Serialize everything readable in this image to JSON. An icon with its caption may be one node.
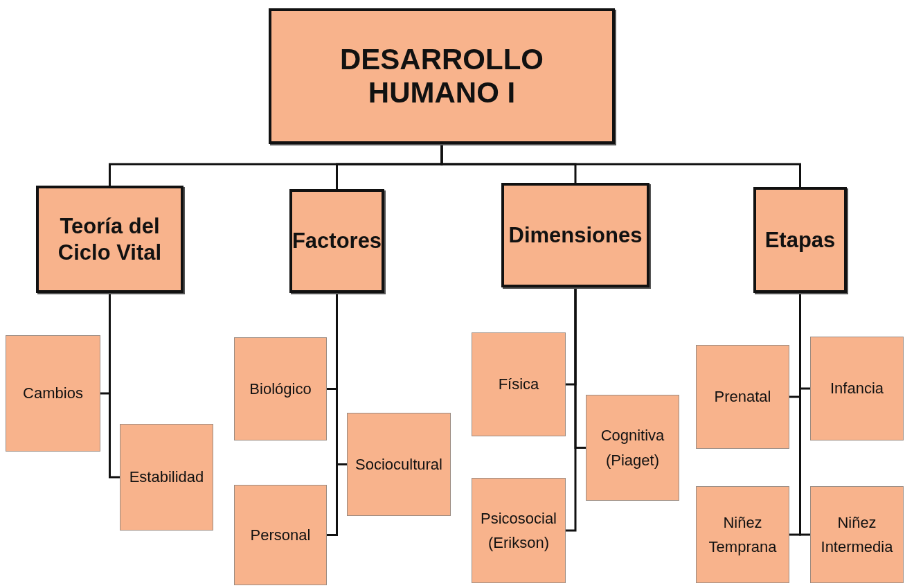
{
  "diagram": {
    "nodes": [
      {
        "text": [
          "DESARROLLO HUMANO I"
        ]
      },
      {
        "text": [
          "Teoría del Ciclo Vital"
        ]
      },
      {
        "text": [
          "Factores"
        ]
      },
      {
        "text": [
          "Dimensiones"
        ]
      },
      {
        "text": [
          "Etapas"
        ]
      },
      {
        "text": [
          "Cambios"
        ]
      },
      {
        "text": [
          "Estabilidad"
        ]
      },
      {
        "text": [
          "Biológico"
        ]
      },
      {
        "text": [
          "Sociocultural"
        ]
      },
      {
        "text": [
          "Personal"
        ]
      },
      {
        "text": [
          "Física"
        ]
      },
      {
        "text": [
          "Cognitiva (Piaget)"
        ]
      },
      {
        "text": [
          "Psicosocial (Erikson)"
        ]
      },
      {
        "text": [
          "Prenatal"
        ]
      },
      {
        "text": [
          "Infancia"
        ]
      },
      {
        "text": [
          "Niñez Temprana"
        ]
      },
      {
        "text": [
          "Niñez Intermedia"
        ]
      }
    ],
    "edges": [
      {
        "from": 0,
        "to": 1,
        "arrow": "none"
      },
      {
        "from": 0,
        "to": 2,
        "arrow": "none"
      },
      {
        "from": 0,
        "to": 3,
        "arrow": "none"
      },
      {
        "from": 0,
        "to": 4,
        "arrow": "none"
      },
      {
        "from": 1,
        "to": 5,
        "arrow": "none"
      },
      {
        "from": 1,
        "to": 6,
        "arrow": "none"
      },
      {
        "from": 2,
        "to": 7,
        "arrow": "none"
      },
      {
        "from": 2,
        "to": 8,
        "arrow": "none"
      },
      {
        "from": 2,
        "to": 9,
        "arrow": "none"
      },
      {
        "from": 3,
        "to": 10,
        "arrow": "none"
      },
      {
        "from": 3,
        "to": 11,
        "arrow": "none"
      },
      {
        "from": 3,
        "to": 12,
        "arrow": "none"
      },
      {
        "from": 4,
        "to": 13,
        "arrow": "none"
      },
      {
        "from": 4,
        "to": 14,
        "arrow": "none"
      },
      {
        "from": 4,
        "to": 15,
        "arrow": "none"
      },
      {
        "from": 4,
        "to": 16,
        "arrow": "none"
      }
    ]
  }
}
